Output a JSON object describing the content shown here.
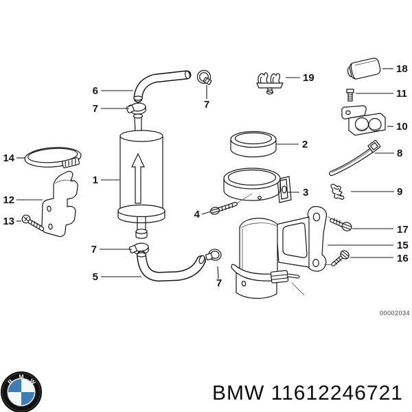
{
  "page": {
    "background": "#ffffff"
  },
  "diagram": {
    "drawing_number": "00002034",
    "callouts": [
      {
        "part": "1",
        "label": "1"
      },
      {
        "part": "2",
        "label": "2"
      },
      {
        "part": "3",
        "label": "3"
      },
      {
        "part": "4",
        "label": "4"
      },
      {
        "part": "5",
        "label": "5"
      },
      {
        "part": "6",
        "label": "6"
      },
      {
        "part": "7a",
        "label": "7"
      },
      {
        "part": "7b",
        "label": "7"
      },
      {
        "part": "7c",
        "label": "7"
      },
      {
        "part": "7d",
        "label": "7"
      },
      {
        "part": "8",
        "label": "8"
      },
      {
        "part": "9",
        "label": "9"
      },
      {
        "part": "10",
        "label": "10"
      },
      {
        "part": "11",
        "label": "11"
      },
      {
        "part": "12",
        "label": "12"
      },
      {
        "part": "13",
        "label": "13"
      },
      {
        "part": "14",
        "label": "14"
      },
      {
        "part": "15",
        "label": "15"
      },
      {
        "part": "16",
        "label": "16"
      },
      {
        "part": "17",
        "label": "17"
      },
      {
        "part": "18",
        "label": "18"
      },
      {
        "part": "19",
        "label": "19"
      }
    ]
  },
  "footer": {
    "part_text": "BMW 11612246721",
    "logo": {
      "name": "BMW roundel",
      "letters": [
        "B",
        "M",
        "W"
      ],
      "colors": {
        "blue": "#3d7cb4",
        "black": "#121212",
        "white": "#f4f7f9"
      }
    }
  }
}
